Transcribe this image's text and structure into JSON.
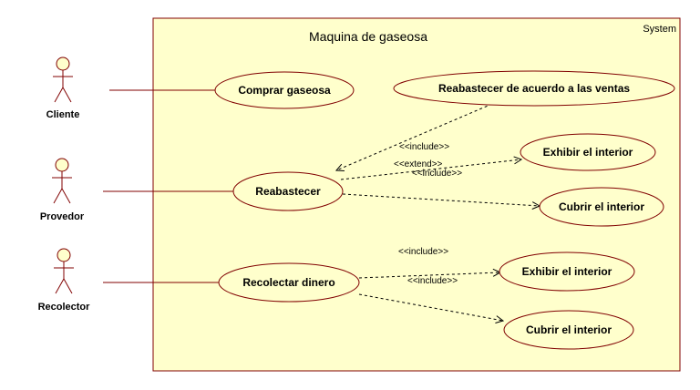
{
  "diagram": {
    "title": "Maquina de gaseosa",
    "system_label": "System",
    "colors": {
      "fill": "#ffffcc",
      "stroke": "#800000",
      "line": "#000000"
    },
    "actors": [
      {
        "name": "Cliente"
      },
      {
        "name": "Provedor"
      },
      {
        "name": "Recolector"
      }
    ],
    "use_cases": [
      {
        "name": "Comprar gaseosa"
      },
      {
        "name": "Reabastecer de acuerdo a las ventas"
      },
      {
        "name": "Exhibir el interior"
      },
      {
        "name": "Reabastecer"
      },
      {
        "name": "Cubrir el interior"
      },
      {
        "name": "Recolectar dinero"
      },
      {
        "name": "Exhibir el interior"
      },
      {
        "name": "Cubrir el interior"
      }
    ],
    "relations": [
      {
        "label": "<<include>>"
      },
      {
        "label": "<<extend>>"
      },
      {
        "label": "<<include>>"
      },
      {
        "label": "<<include>>"
      },
      {
        "label": "<<include>>"
      }
    ]
  }
}
